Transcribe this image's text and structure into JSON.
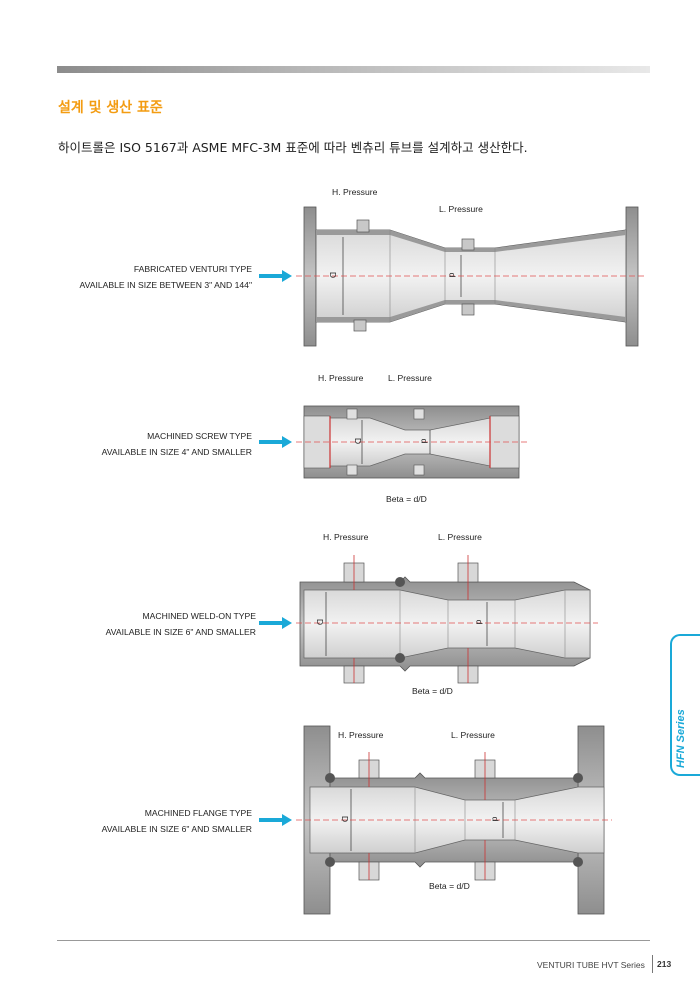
{
  "page": {
    "heading": "설계 및 생산 표준",
    "intro": "하이트롤은 ISO 5167과 ASME MFC-3M 표준에 따라 벤츄리 튜브를 설계하고 생산한다."
  },
  "diagrams": [
    {
      "type_label": "FABRICATED VENTURI TYPE",
      "size_label": "AVAILABLE IN SIZE BETWEEN 3\" AND 144\"",
      "h_pressure": "H. Pressure",
      "l_pressure": "L. Pressure",
      "D": "D",
      "d": "d"
    },
    {
      "type_label": "MACHINED SCREW TYPE",
      "size_label": "AVAILABLE IN SIZE 4\" AND SMALLER",
      "h_pressure": "H. Pressure",
      "l_pressure": "L. Pressure",
      "D": "D",
      "d": "d",
      "beta": "Beta = d/D"
    },
    {
      "type_label": "MACHINED WELD-ON TYPE",
      "size_label": "AVAILABLE IN SIZE 6\" AND SMALLER",
      "h_pressure": "H. Pressure",
      "l_pressure": "L. Pressure",
      "D": "D",
      "d": "d",
      "beta": "Beta = d/D"
    },
    {
      "type_label": "MACHINED FLANGE TYPE",
      "size_label": "AVAILABLE IN SIZE 6\" AND SMALLER",
      "h_pressure": "H. Pressure",
      "l_pressure": "L. Pressure",
      "D": "D",
      "d": "d",
      "beta": "Beta = d/D"
    }
  ],
  "side_tab": "HFN Series",
  "footer": {
    "text": "VENTURI TUBE  HVT Series",
    "page_number": "213"
  },
  "colors": {
    "accent_orange": "#f39c12",
    "accent_blue": "#1aa9d8",
    "metal": "#9a9a9a",
    "centerline": "#e05050"
  },
  "icons": {
    "arrow": "arrow-right-icon"
  }
}
